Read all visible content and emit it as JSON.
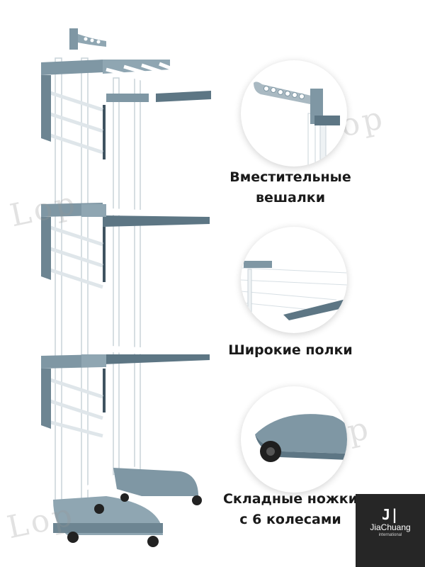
{
  "features": [
    {
      "lines": [
        "Вместительные",
        "вешалки"
      ],
      "icon": "hanger-bar-icon"
    },
    {
      "lines": [
        "Широкие полки"
      ],
      "icon": "shelf-icon"
    },
    {
      "lines": [
        "Складные ножки",
        "с 6 колесами"
      ],
      "icon": "wheel-icon"
    }
  ],
  "logo": {
    "mark": "J|",
    "name": "JiaChuang",
    "sub": "international"
  },
  "watermark": "Lop",
  "colors": {
    "frame": "#7f97a4",
    "frame_dark": "#5d7684",
    "rail": "#ffffff",
    "rail_edge": "#c9d3d9"
  }
}
